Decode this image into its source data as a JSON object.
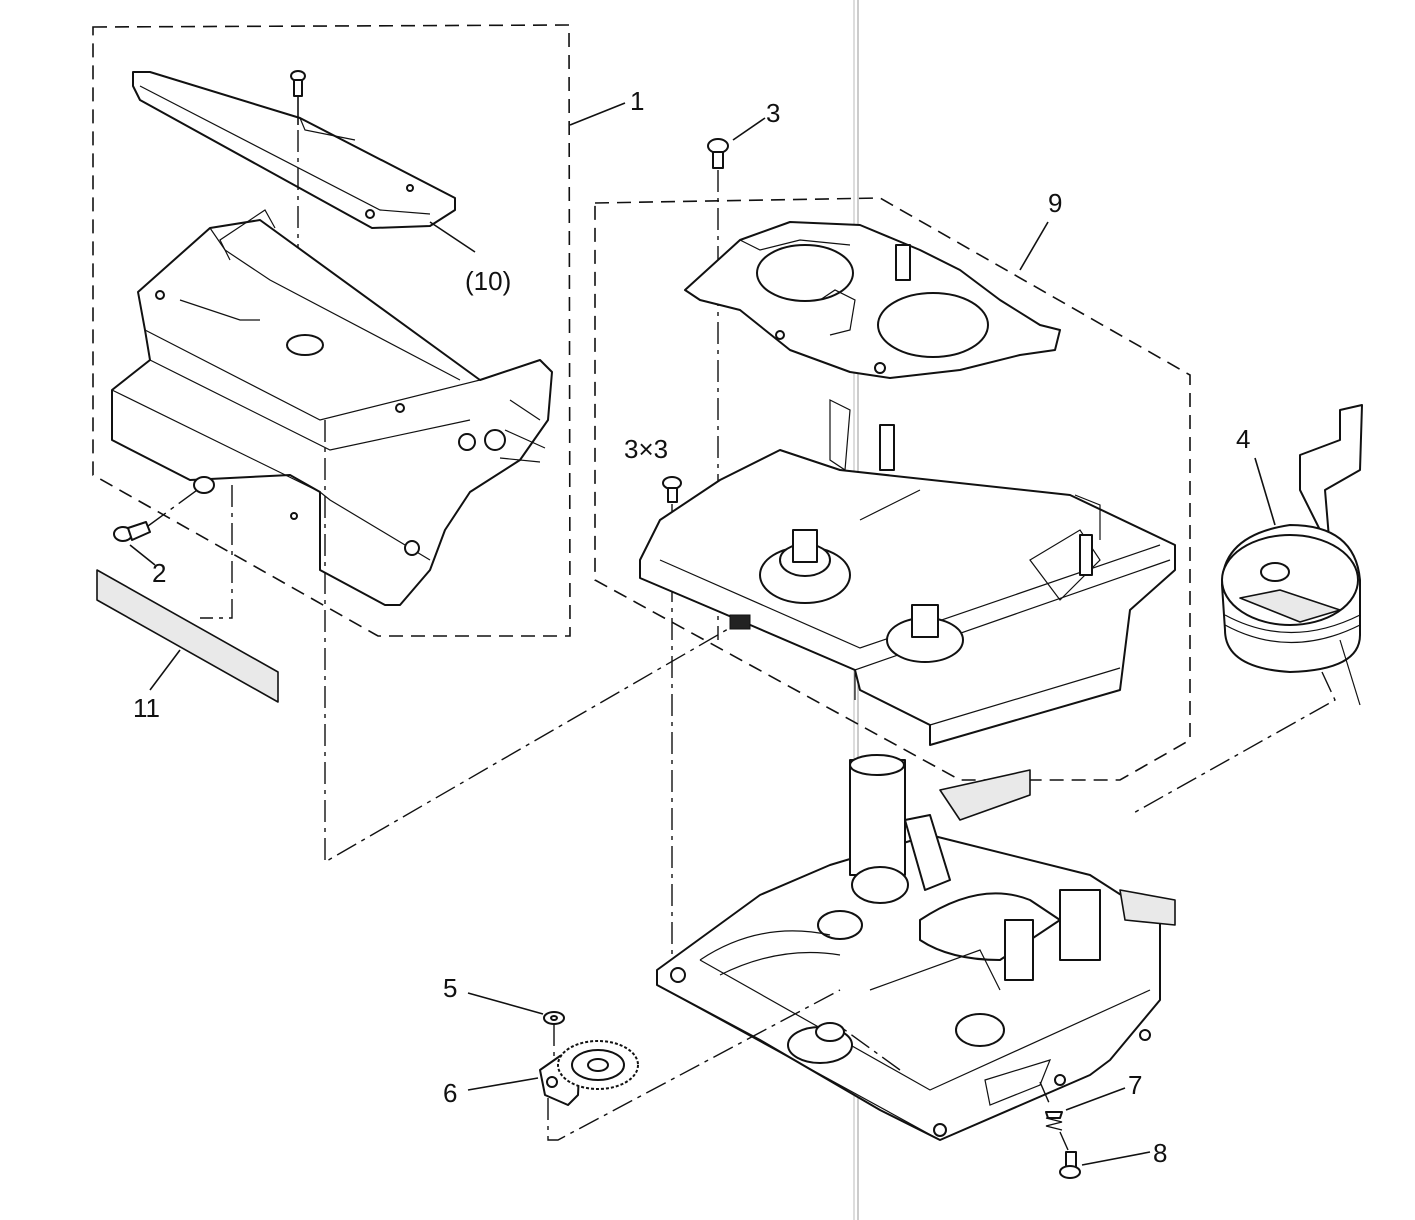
{
  "diagram": {
    "labels": {
      "l1": "1",
      "l2": "2",
      "l3a": "3",
      "l3b": "3×3",
      "l4": "4",
      "l5": "5",
      "l6": "6",
      "l7": "7",
      "l8": "8",
      "l9": "9",
      "l10": "(10)",
      "l11": "11"
    }
  }
}
